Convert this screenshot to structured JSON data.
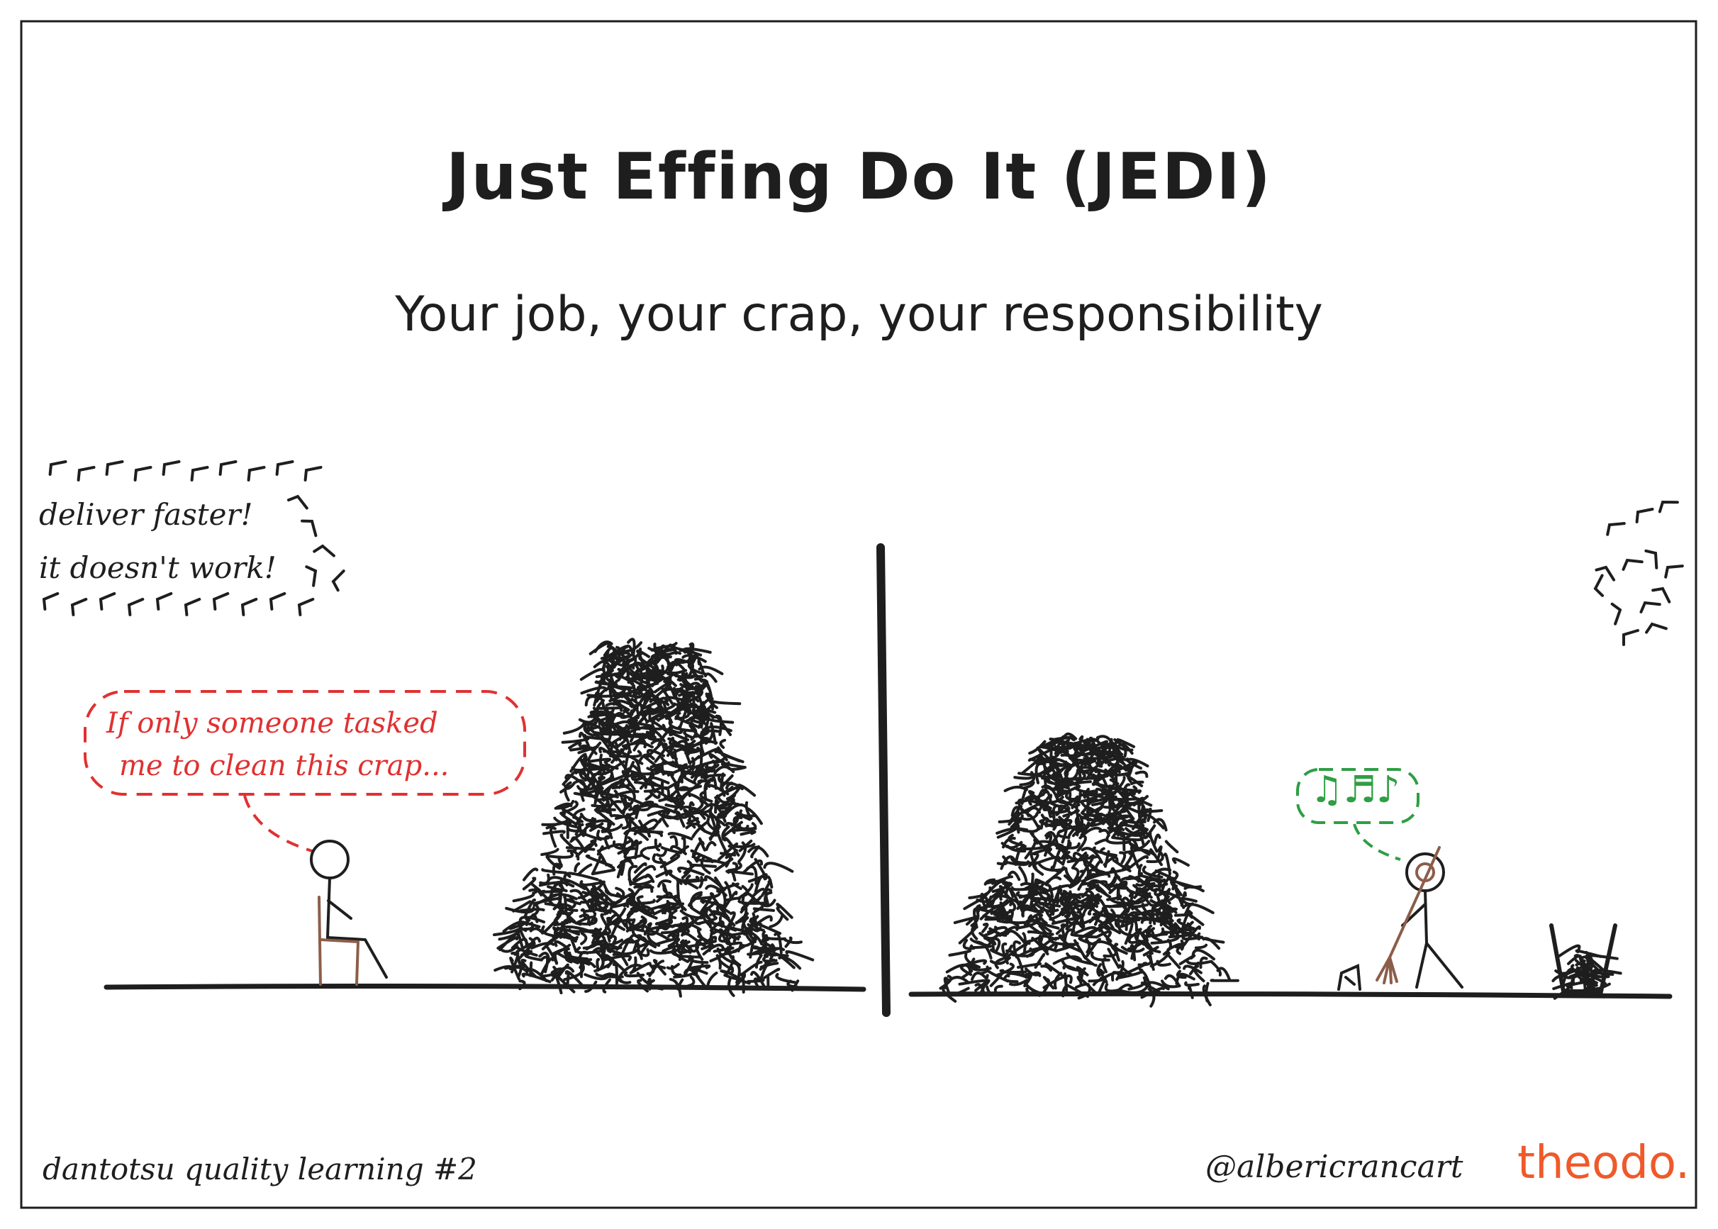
{
  "title": "Just Effing Do It (JEDI)",
  "subtitle": "Your job, your crap, your responsibility",
  "left_panel": {
    "shouts": [
      "deliver faster!",
      "it doesn't work!"
    ],
    "thought": [
      "If only someone tasked",
      "me to clean this crap..."
    ]
  },
  "right_panel": {
    "music": "♫♬♪"
  },
  "footer": {
    "series": "dantotsu quality learning #2",
    "handle": "@albericrancart",
    "brand": "theodo."
  },
  "colors": {
    "ink": "#1e1e1e",
    "thought": "#e03131",
    "music": "#2f9e44",
    "brand": "#f0592a",
    "wood": "#8b5e4a"
  }
}
